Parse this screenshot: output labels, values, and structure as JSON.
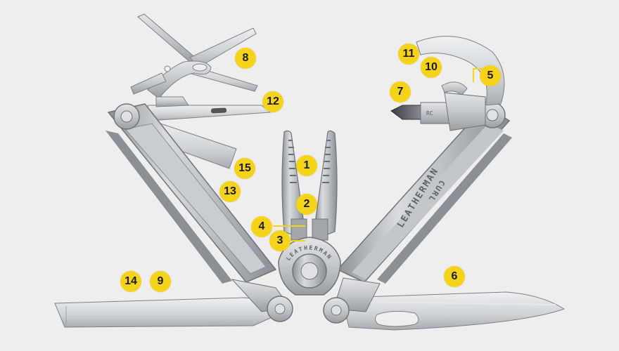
{
  "image": {
    "subject": "multi-tool",
    "background_color": "#eeeeee",
    "steel_color": "#b9bcc0",
    "callout_color": "#f5d31a"
  },
  "engravings": {
    "handle_brand": "LEATHERMAN",
    "handle_model": "CURL",
    "pivot_brand": "LEATHERMAN"
  },
  "callouts": [
    {
      "id": "c1",
      "label": "1"
    },
    {
      "id": "c2",
      "label": "2"
    },
    {
      "id": "c3",
      "label": "3"
    },
    {
      "id": "c4",
      "label": "4"
    },
    {
      "id": "c5",
      "label": "5"
    },
    {
      "id": "c6",
      "label": "6"
    },
    {
      "id": "c7",
      "label": "7"
    },
    {
      "id": "c8",
      "label": "8"
    },
    {
      "id": "c9",
      "label": "9"
    },
    {
      "id": "c10",
      "label": "10"
    },
    {
      "id": "c11",
      "label": "11"
    },
    {
      "id": "c12",
      "label": "12"
    },
    {
      "id": "c13",
      "label": "13"
    },
    {
      "id": "c14",
      "label": "14"
    },
    {
      "id": "c15",
      "label": "15"
    }
  ]
}
